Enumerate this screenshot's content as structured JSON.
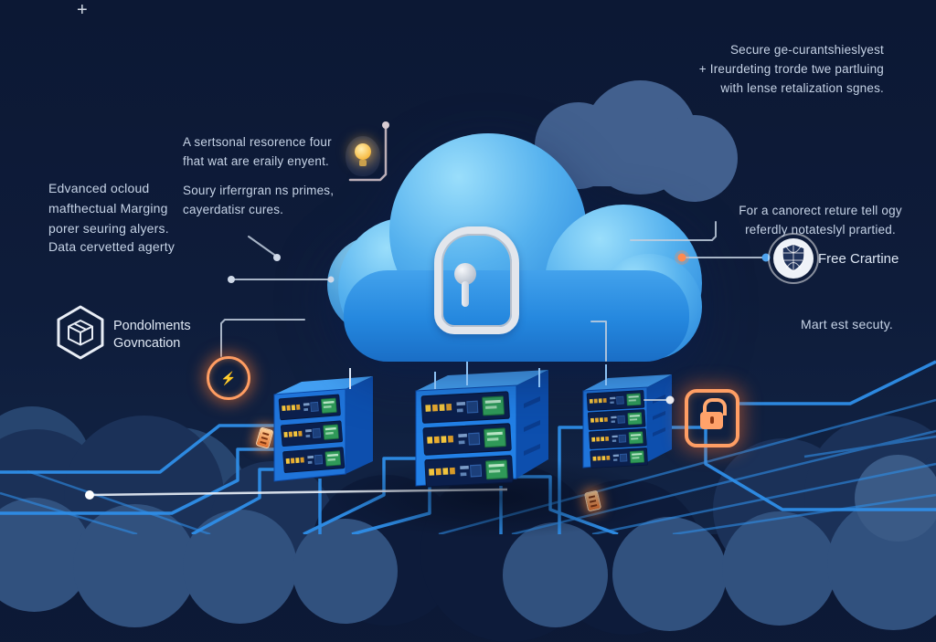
{
  "text": {
    "top_right": [
      "Secure ge-curantshieslyest",
      "+ Ireurdeting trorde twe partluing",
      "with lense retalization sgnes."
    ],
    "left_para": [
      "Edvanced ocloud",
      "mafthectual Marging",
      "porer seuring alyers."
    ],
    "left_caption": "Data cervetted agerty",
    "center_para1": [
      "A sertsonal resorence four",
      "fhat wat are eraily enyent."
    ],
    "center_para2": [
      "Soury irferrgran ns primes,",
      "cayerdatisr cures."
    ],
    "right_para": [
      "For a canorect reture tell ogy",
      "referdly notateslyl prartied."
    ],
    "shield_label": "Free Crartine",
    "right_caption": "Mart est secuty.",
    "package_label": [
      "Pondolments",
      "Govncation"
    ],
    "bolt_glyph": "⚡",
    "sparkle_glyph": "+"
  },
  "icons": [
    "padlock-icon",
    "shield-icon",
    "package-hexagon-icon",
    "lightbulb-icon",
    "bolt-circle-icon",
    "lock-square-icon",
    "chip-icon",
    "cloud-icon"
  ],
  "colors": {
    "background": "#0e1c3a",
    "cloud_top": "#9adefb",
    "cloud_bottom": "#1b6ec6",
    "dark_cloud": "#42608e",
    "circuit_blue": "#2e8ee8",
    "accent_orange": "#ff9d62",
    "server_front": "#1f74da",
    "server_side": "#0d4fae",
    "led_yellow": "#f2c53d",
    "screen_green": "#2f9958",
    "text": "#c6d3e6",
    "lock_silver": "#e3e6ec"
  }
}
